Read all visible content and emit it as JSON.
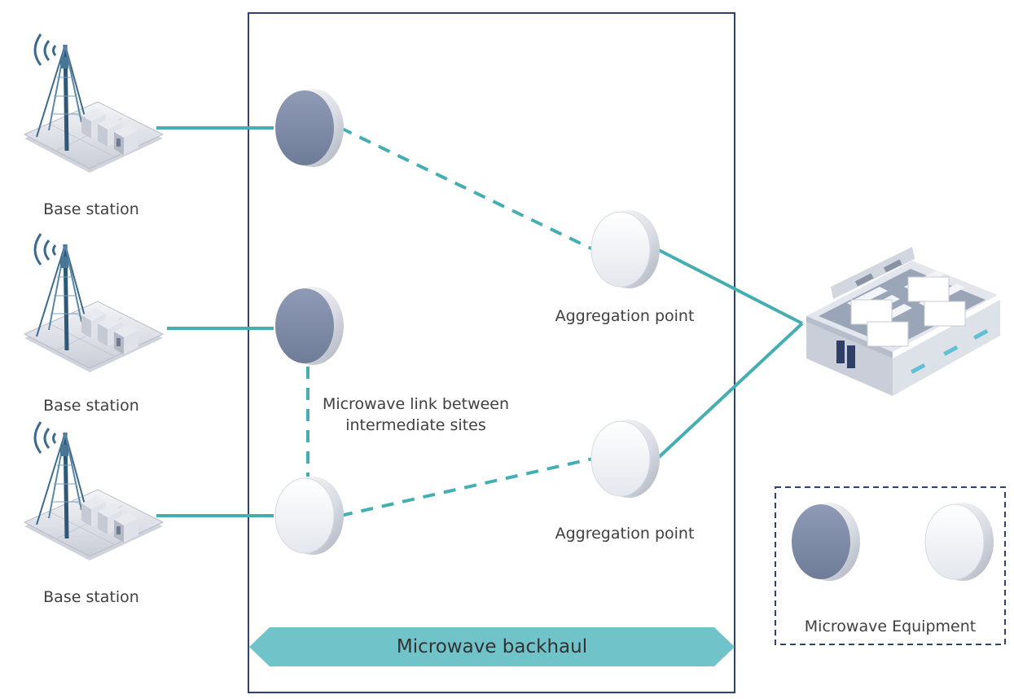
{
  "labels": {
    "base_station_1": "Base station",
    "base_station_2": "Base station",
    "base_station_3": "Base station",
    "aggregation_point_1": "Aggregation point",
    "aggregation_point_2": "Aggregation point",
    "microwave_link": "Microwave link between intermediate sites",
    "backhaul_banner": "Microwave backhaul",
    "legend_title": "Microwave Equipment"
  },
  "colors": {
    "link": "#45aeb3",
    "banner": "#70c4c9",
    "frame": "#2e4370",
    "legend_border": "#2e4370",
    "dish_dark": "#7d8aa6",
    "dish_light": "#eef0f4",
    "text": "#404040"
  },
  "icons": {
    "base_station": "base-station-tower-icon",
    "microwave_equipment_dark": "microwave-dish-dark-icon",
    "microwave_equipment_light": "microwave-dish-light-icon",
    "data_center": "data-center-building-icon"
  }
}
